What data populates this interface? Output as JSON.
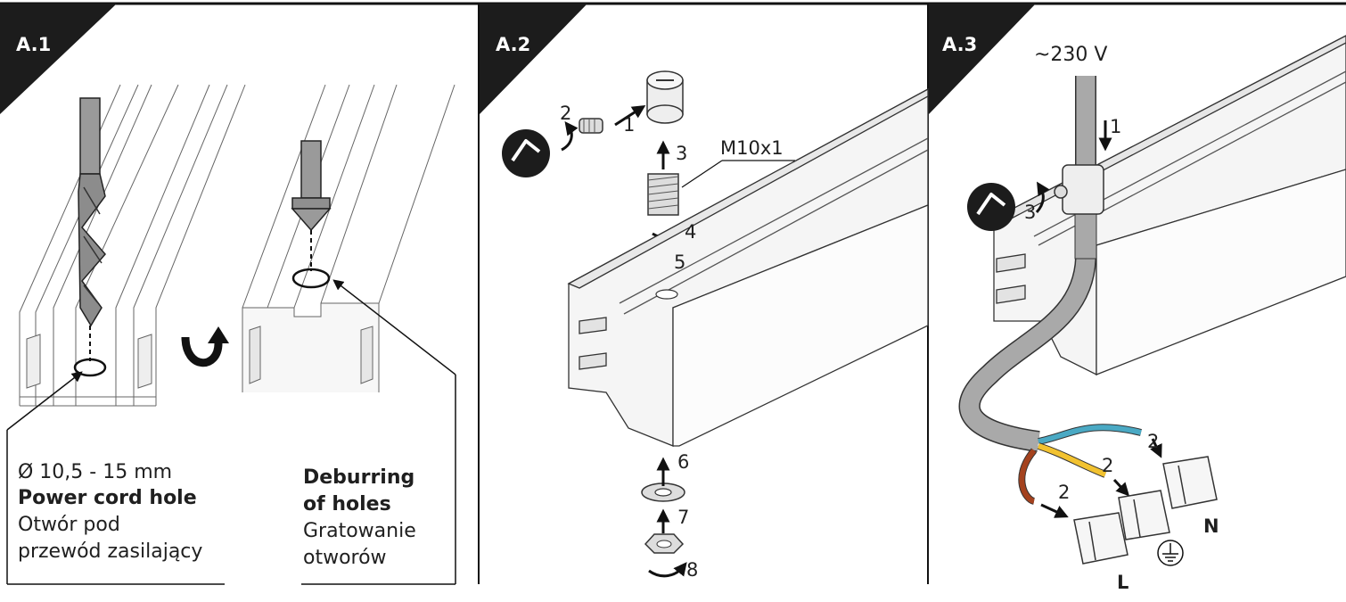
{
  "panels": [
    {
      "id": "A.1",
      "label": "A.1",
      "hole_size": "Ø 10,5 - 15 mm",
      "hole_title": "Power cord hole",
      "hole_pl_line1": "Otwór pod",
      "hole_pl_line2": "przewód zasilający",
      "deburr_title_line1": "Deburring",
      "deburr_title_line2": "of holes",
      "deburr_pl_line1": "Gratowanie",
      "deburr_pl_line2": "otworów"
    },
    {
      "id": "A.2",
      "label": "A.2",
      "thread_label": "M10x1",
      "steps": [
        "1",
        "2",
        "3",
        "4",
        "5",
        "6",
        "7",
        "8"
      ]
    },
    {
      "id": "A.3",
      "label": "A.3",
      "voltage": "~230 V",
      "steps": [
        "1",
        "2",
        "2",
        "2",
        "3"
      ],
      "wire_labels": {
        "neutral": "N",
        "live": "L"
      }
    }
  ],
  "colors": {
    "corner": "#1c1c1c",
    "outline": "#333333",
    "fill": "#f4f4f4",
    "cable": "#a9a9a9",
    "wire_blue": "#4aa9c4",
    "wire_yellow": "#f2c230",
    "wire_brown": "#a4421e"
  }
}
